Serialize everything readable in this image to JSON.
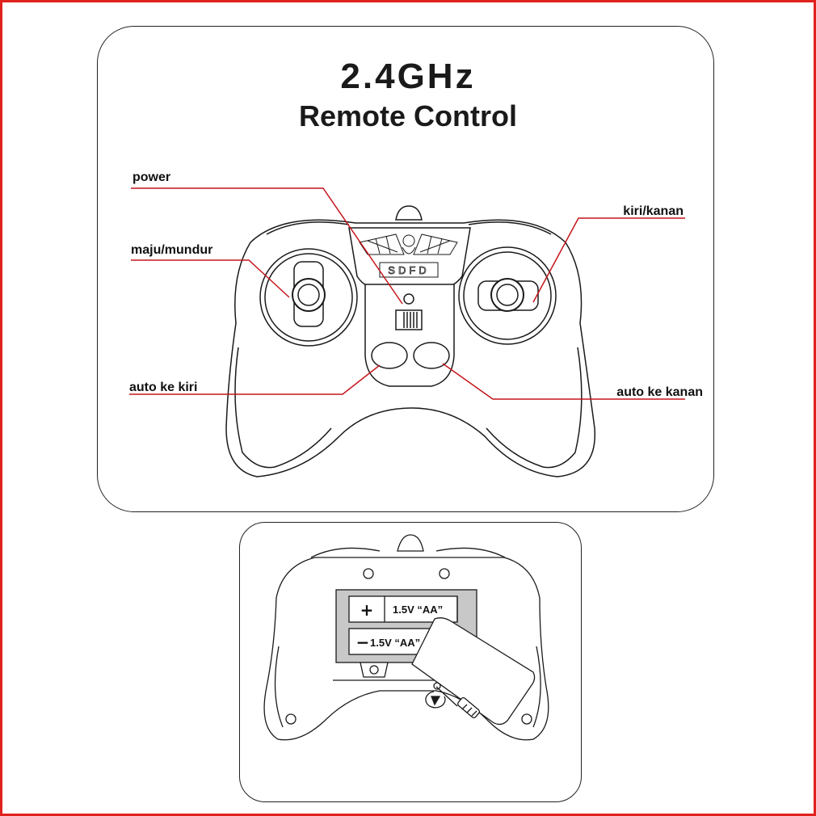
{
  "title": {
    "line1": "2.4GHz",
    "line2": "Remote Control"
  },
  "brand_text": "SDFD",
  "callouts": {
    "power": "power",
    "forward_backward": "maju/mundur",
    "left_right": "kiri/kanan",
    "auto_left": "auto ke kiri",
    "auto_right": "auto ke kanan"
  },
  "battery_compartment": {
    "slot1_symbol": "+",
    "slot1_label": "1.5V “AA”",
    "slot2_symbol": "−",
    "slot2_label": "1.5V “AA”"
  },
  "colors": {
    "frame": "#e0211d",
    "callout_line": "#c4161c",
    "outline": "#1a1a1a"
  }
}
